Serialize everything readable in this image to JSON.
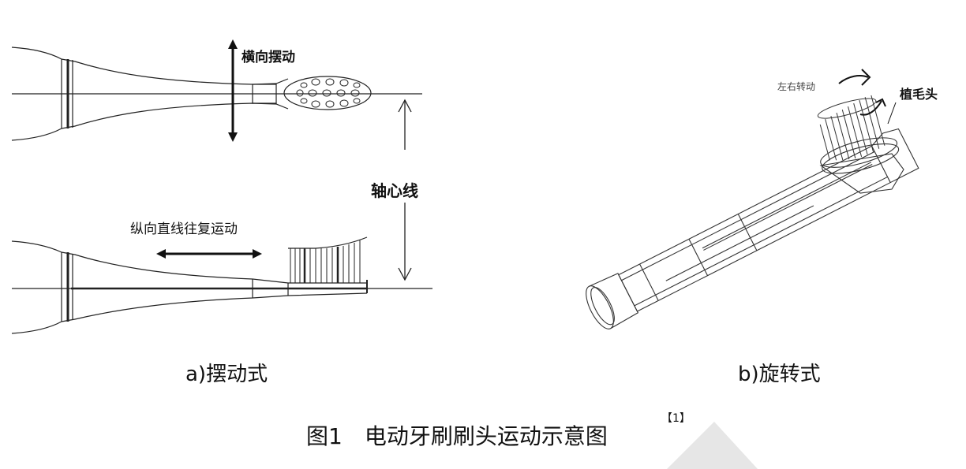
{
  "figure": {
    "title": "图1　电动牙刷刷头运动示意图",
    "reference": "【1】",
    "panel_a": {
      "caption": "a)摆动式",
      "lateral_label": "横向摆动",
      "axis_label": "轴心线",
      "longitudinal_label": "纵向直线往复运动"
    },
    "panel_b": {
      "caption": "b)旋转式",
      "rotation_label": "左右转动",
      "head_label": "植毛头"
    }
  }
}
